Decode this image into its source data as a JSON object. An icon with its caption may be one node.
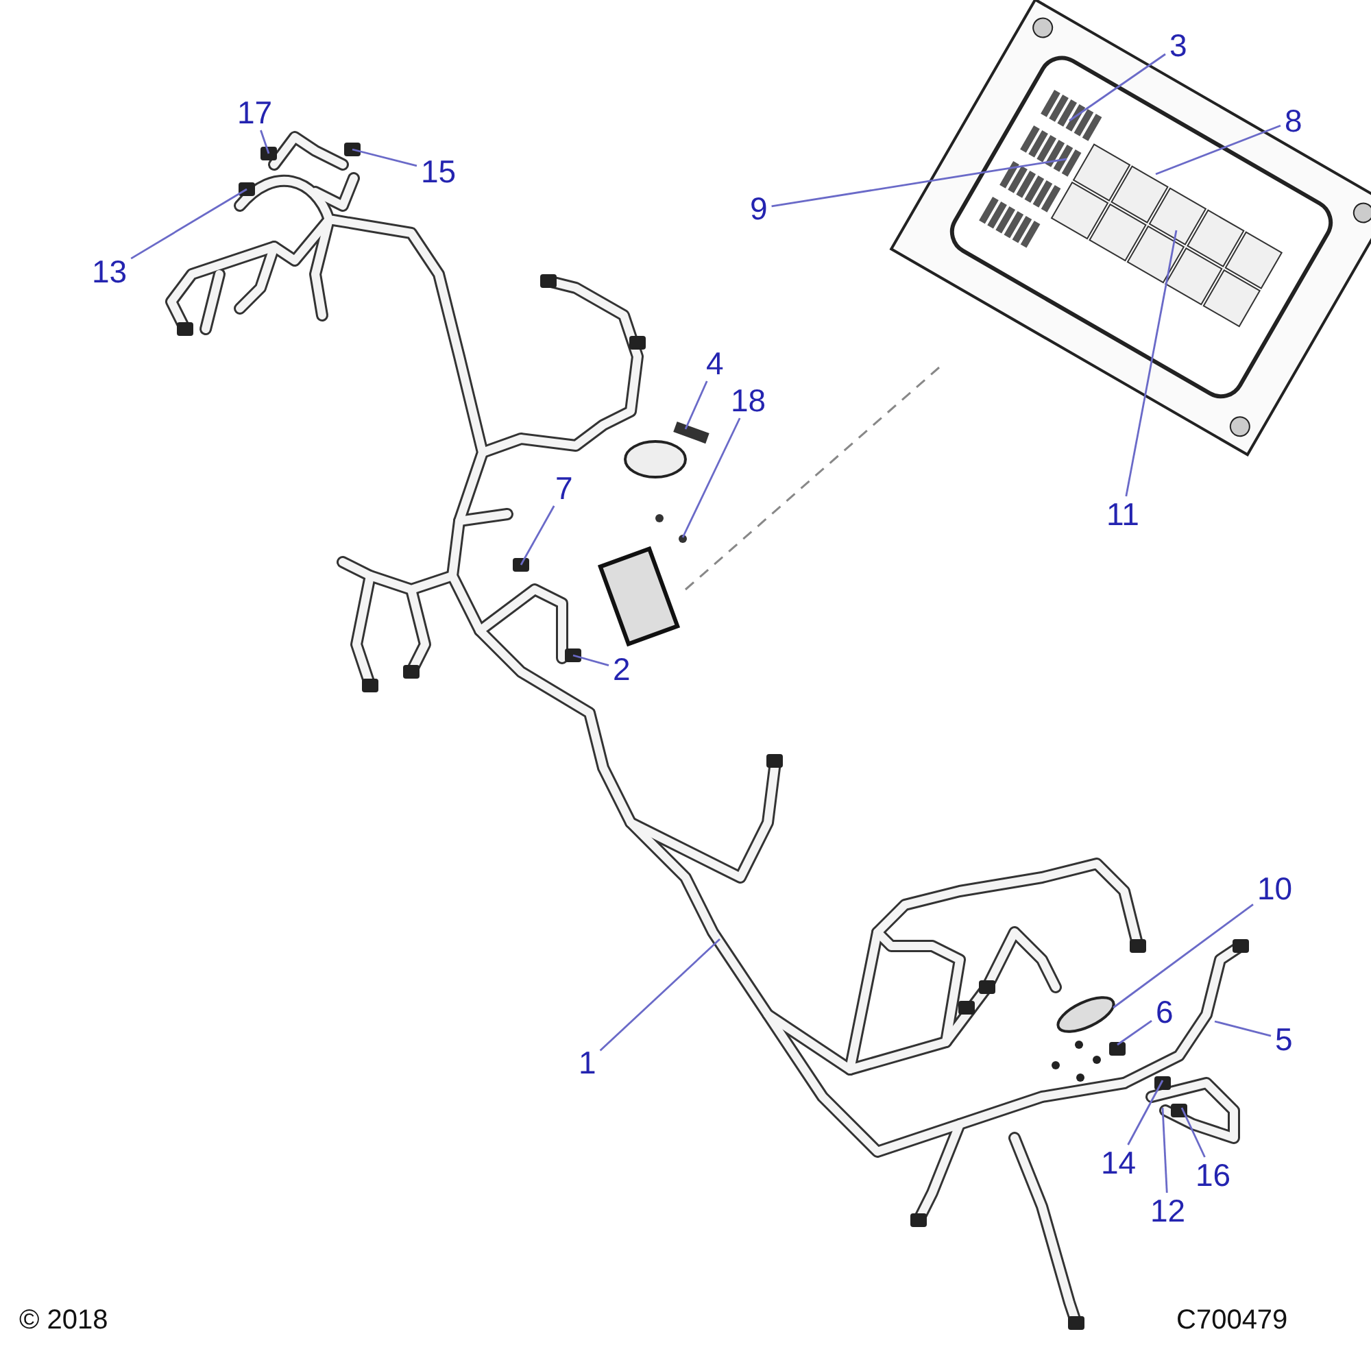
{
  "diagram": {
    "nodes": [
      {
        "text": [
          "17"
        ]
      },
      {
        "text": [
          "15"
        ]
      },
      {
        "text": [
          "13"
        ]
      },
      {
        "text": [
          "3"
        ]
      },
      {
        "text": [
          "8"
        ]
      },
      {
        "text": [
          "9"
        ]
      },
      {
        "text": [
          "4"
        ]
      },
      {
        "text": [
          "18"
        ]
      },
      {
        "text": [
          "11"
        ]
      },
      {
        "text": [
          "7"
        ]
      },
      {
        "text": [
          "2"
        ]
      },
      {
        "text": [
          "10"
        ]
      },
      {
        "text": [
          "6"
        ]
      },
      {
        "text": [
          "5"
        ]
      },
      {
        "text": [
          "1"
        ]
      },
      {
        "text": [
          "14"
        ]
      },
      {
        "text": [
          "16"
        ]
      },
      {
        "text": [
          "12"
        ]
      }
    ],
    "edges": [
      {
        "from": 0,
        "to": null,
        "arrow": "none"
      },
      {
        "from": 1,
        "to": null,
        "arrow": "none"
      },
      {
        "from": 2,
        "to": null,
        "arrow": "none"
      },
      {
        "from": 3,
        "to": null,
        "arrow": "none"
      },
      {
        "from": 4,
        "to": null,
        "arrow": "none"
      },
      {
        "from": 5,
        "to": null,
        "arrow": "none"
      },
      {
        "from": 6,
        "to": null,
        "arrow": "none"
      },
      {
        "from": 7,
        "to": null,
        "arrow": "none"
      },
      {
        "from": 8,
        "to": null,
        "arrow": "none"
      },
      {
        "from": 9,
        "to": null,
        "arrow": "none"
      },
      {
        "from": 10,
        "to": null,
        "arrow": "none"
      },
      {
        "from": 11,
        "to": null,
        "arrow": "none"
      },
      {
        "from": 12,
        "to": null,
        "arrow": "none"
      },
      {
        "from": 13,
        "to": null,
        "arrow": "none"
      },
      {
        "from": 14,
        "to": null,
        "arrow": "none"
      },
      {
        "from": 15,
        "to": null,
        "arrow": "none"
      },
      {
        "from": 16,
        "to": null,
        "arrow": "none"
      },
      {
        "from": 17,
        "to": null,
        "arrow": "none"
      }
    ],
    "labels": [
      "© 2018",
      "C700479"
    ]
  }
}
